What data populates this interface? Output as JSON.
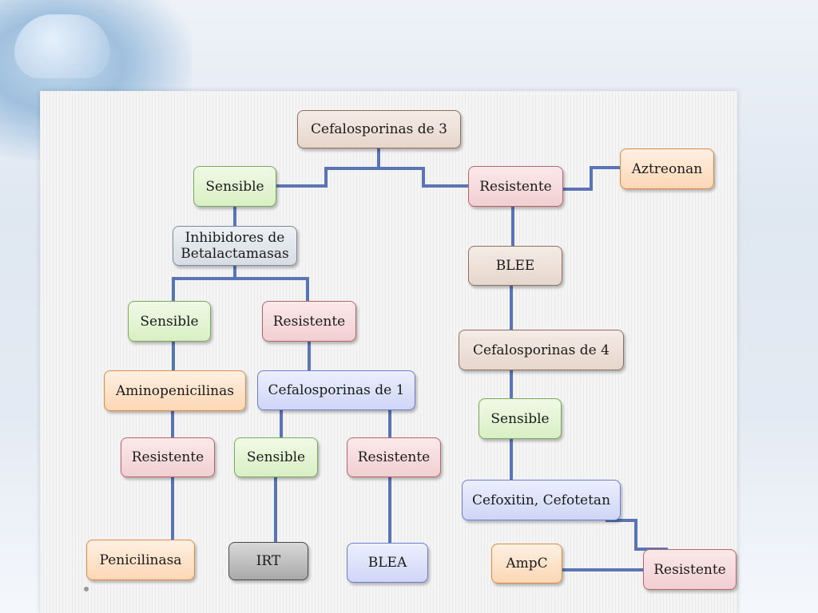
{
  "colors": {
    "connector": "#5b74b4",
    "brown": "#e6d6cc",
    "green": "#d8efc4",
    "red": "#f1cfd1",
    "orange": "#fcd7b5",
    "gray": "#d7dde3",
    "blue": "#cfd6f6",
    "dark": "#a9a9a9"
  },
  "nodes": {
    "root": "Cefalosporinas de 3",
    "sensible_1": "Sensible",
    "resistente_1": "Resistente",
    "aztreonan": "Aztreonan",
    "inhibidores": "Inhibidores de Betalactamasas",
    "blee": "BLEE",
    "sensible_2": "Sensible",
    "resistente_2": "Resistente",
    "cefalosporinas_4": "Cefalosporinas de 4",
    "aminopenicilinas": "Aminopenicilinas",
    "cefalosporinas_1": "Cefalosporinas de 1",
    "sensible_3": "Sensible",
    "resistente_3": "Resistente",
    "sensible_4": "Sensible",
    "resistente_4": "Resistente",
    "cefoxitin": "Cefoxitin, Cefotetan",
    "penicilinasa": "Penicilinasa",
    "irt": "IRT",
    "blea": "BLEA",
    "ampc": "AmpC",
    "resistente_5": "Resistente"
  }
}
